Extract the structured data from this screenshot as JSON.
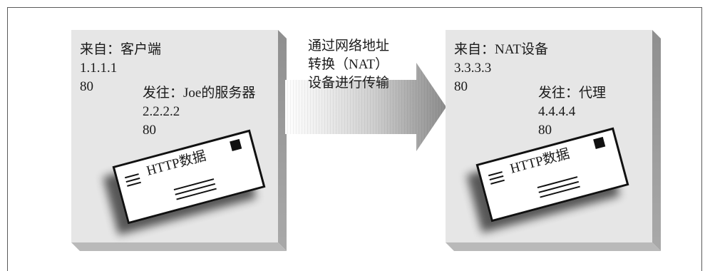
{
  "left_box": {
    "from": {
      "label": "来自：客户端",
      "ip": "1.1.1.1",
      "port": "80"
    },
    "to": {
      "label": "发往：Joe的服务器",
      "ip": "2.2.2.2",
      "port": "80"
    },
    "envelope_label": "HTTP数据"
  },
  "arrow": {
    "lines": [
      "通过网络地址",
      "转换（NAT）",
      "设备进行传输"
    ]
  },
  "right_box": {
    "from": {
      "label": "来自：NAT设备",
      "ip": "3.3.3.3",
      "port": "80"
    },
    "to": {
      "label": "发往：代理",
      "ip": "4.4.4.4",
      "port": "80"
    },
    "envelope_label": "HTTP数据"
  },
  "colors": {
    "box_face": "#e6e6e6",
    "box_side": "#9b9b9b",
    "envelope": "#ffffff",
    "ink": "#111111"
  }
}
